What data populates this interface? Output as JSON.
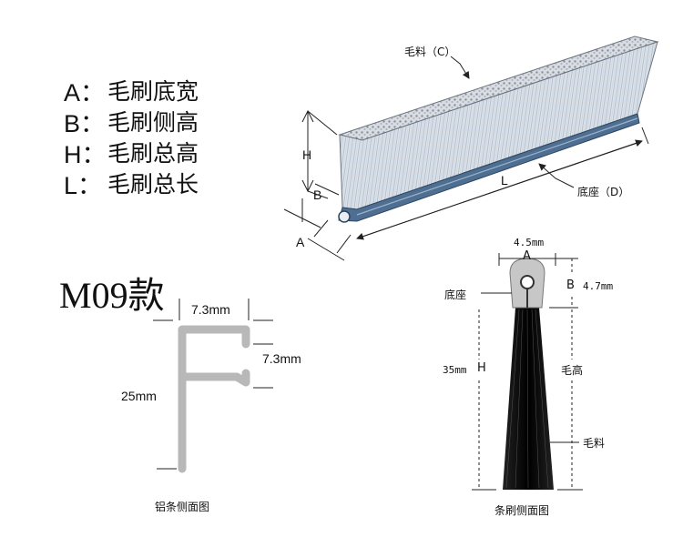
{
  "legend": [
    {
      "key": "A：",
      "text": "毛刷底宽"
    },
    {
      "key": "B：",
      "text": "毛刷侧高"
    },
    {
      "key": "H：",
      "text": "毛刷总高"
    },
    {
      "key": "L：",
      "text": "毛刷总长"
    }
  ],
  "model_title": "M09款",
  "iso_view": {
    "label_bristle": "毛料（C）",
    "label_base": "底座（D）",
    "label_h": "H",
    "label_b": "B",
    "label_a": "A",
    "label_l": "L"
  },
  "aluminum_profile": {
    "top_width": "7.3mm",
    "arm_height": "7.3mm",
    "total_height": "25mm",
    "caption": "铝条侧面图"
  },
  "brush_section": {
    "width_value": "4.5mm",
    "width_letter": "A",
    "side_letter": "B",
    "side_value": "4.7mm",
    "base_label": "底座",
    "height_value": "35mm",
    "height_letter": "H",
    "height_label": "毛高",
    "bristle_label": "毛料",
    "caption": "条刷侧面图"
  }
}
